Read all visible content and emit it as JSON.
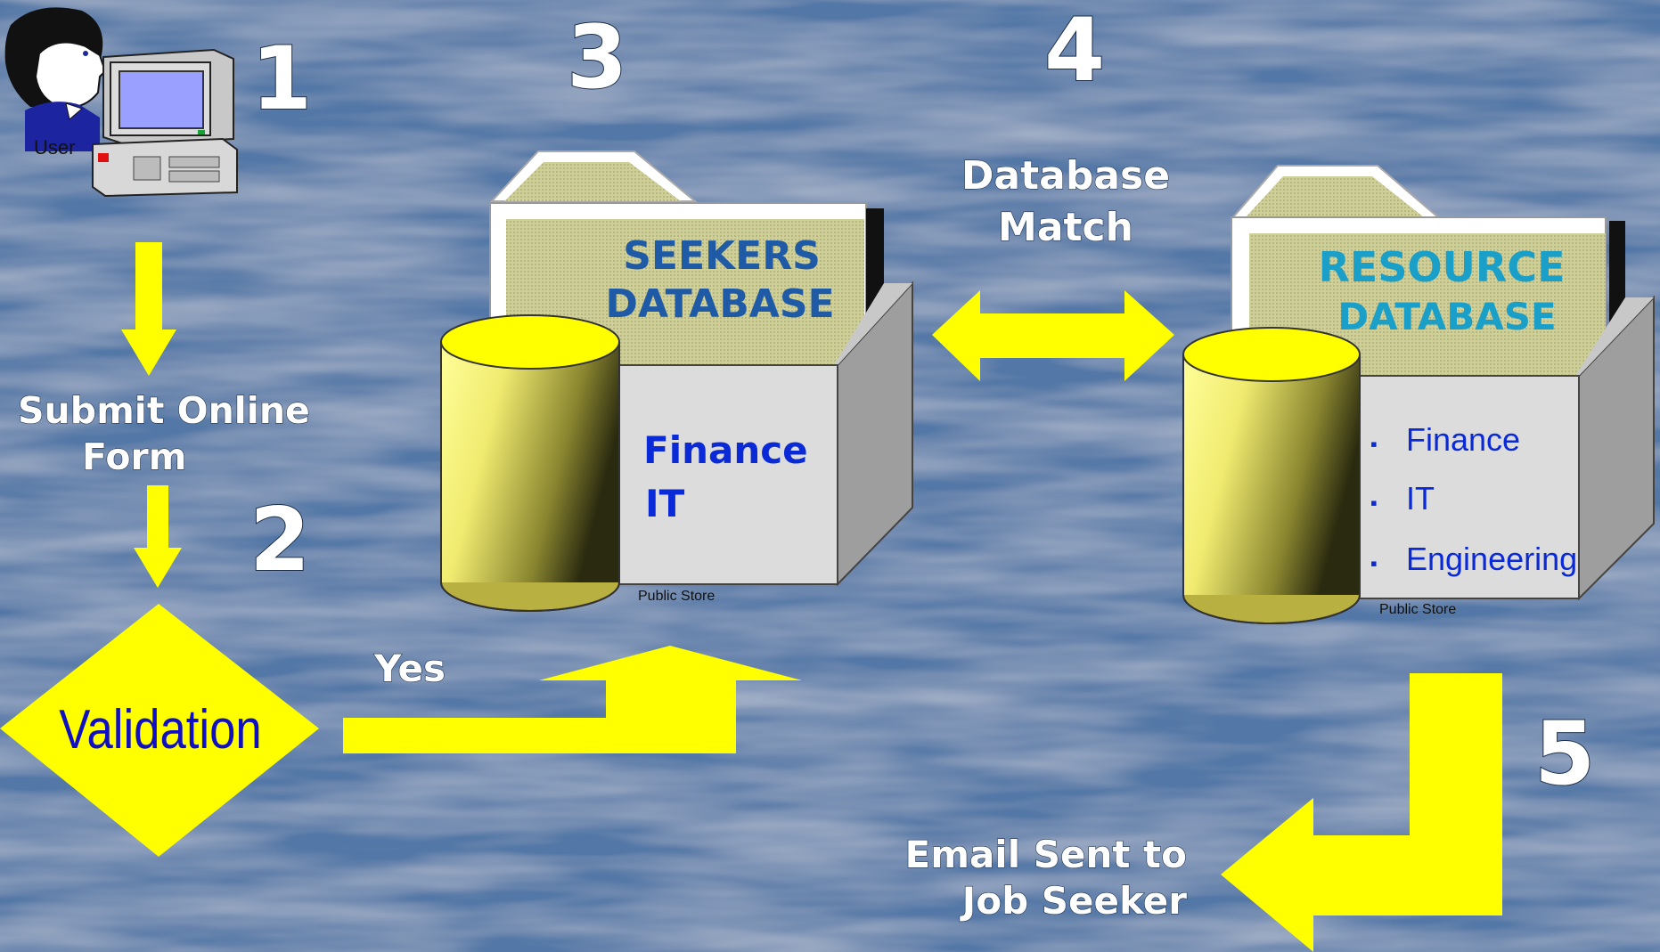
{
  "user_label": "User",
  "steps": [
    "1",
    "2",
    "3",
    "4",
    "5"
  ],
  "flow": {
    "submit_line1": "Submit Online",
    "submit_line2": "Form",
    "validation": "Validation",
    "yes": "Yes",
    "match_line1": "Database",
    "match_line2": "Match",
    "email_line1": "Email Sent  to",
    "email_line2": "Job Seeker"
  },
  "seekers_db": {
    "title_line1": "SEEKERS",
    "title_line2": "DATABASE",
    "items": [
      "Finance",
      "IT"
    ],
    "store_label": "Public Store"
  },
  "resource_db": {
    "title_line1": "RESOURCE",
    "title_line2": "DATABASE",
    "bullet": "▪",
    "items": [
      "Finance",
      "IT",
      "Engineering"
    ],
    "store_label": "Public Store"
  },
  "colors": {
    "background": "#5277a6",
    "arrow": "#ffff00",
    "seekers_title": "#1f5aa6",
    "resource_title": "#1aa0c8",
    "list_text": "#0a2ad8",
    "validation_text": "#1010c0"
  }
}
